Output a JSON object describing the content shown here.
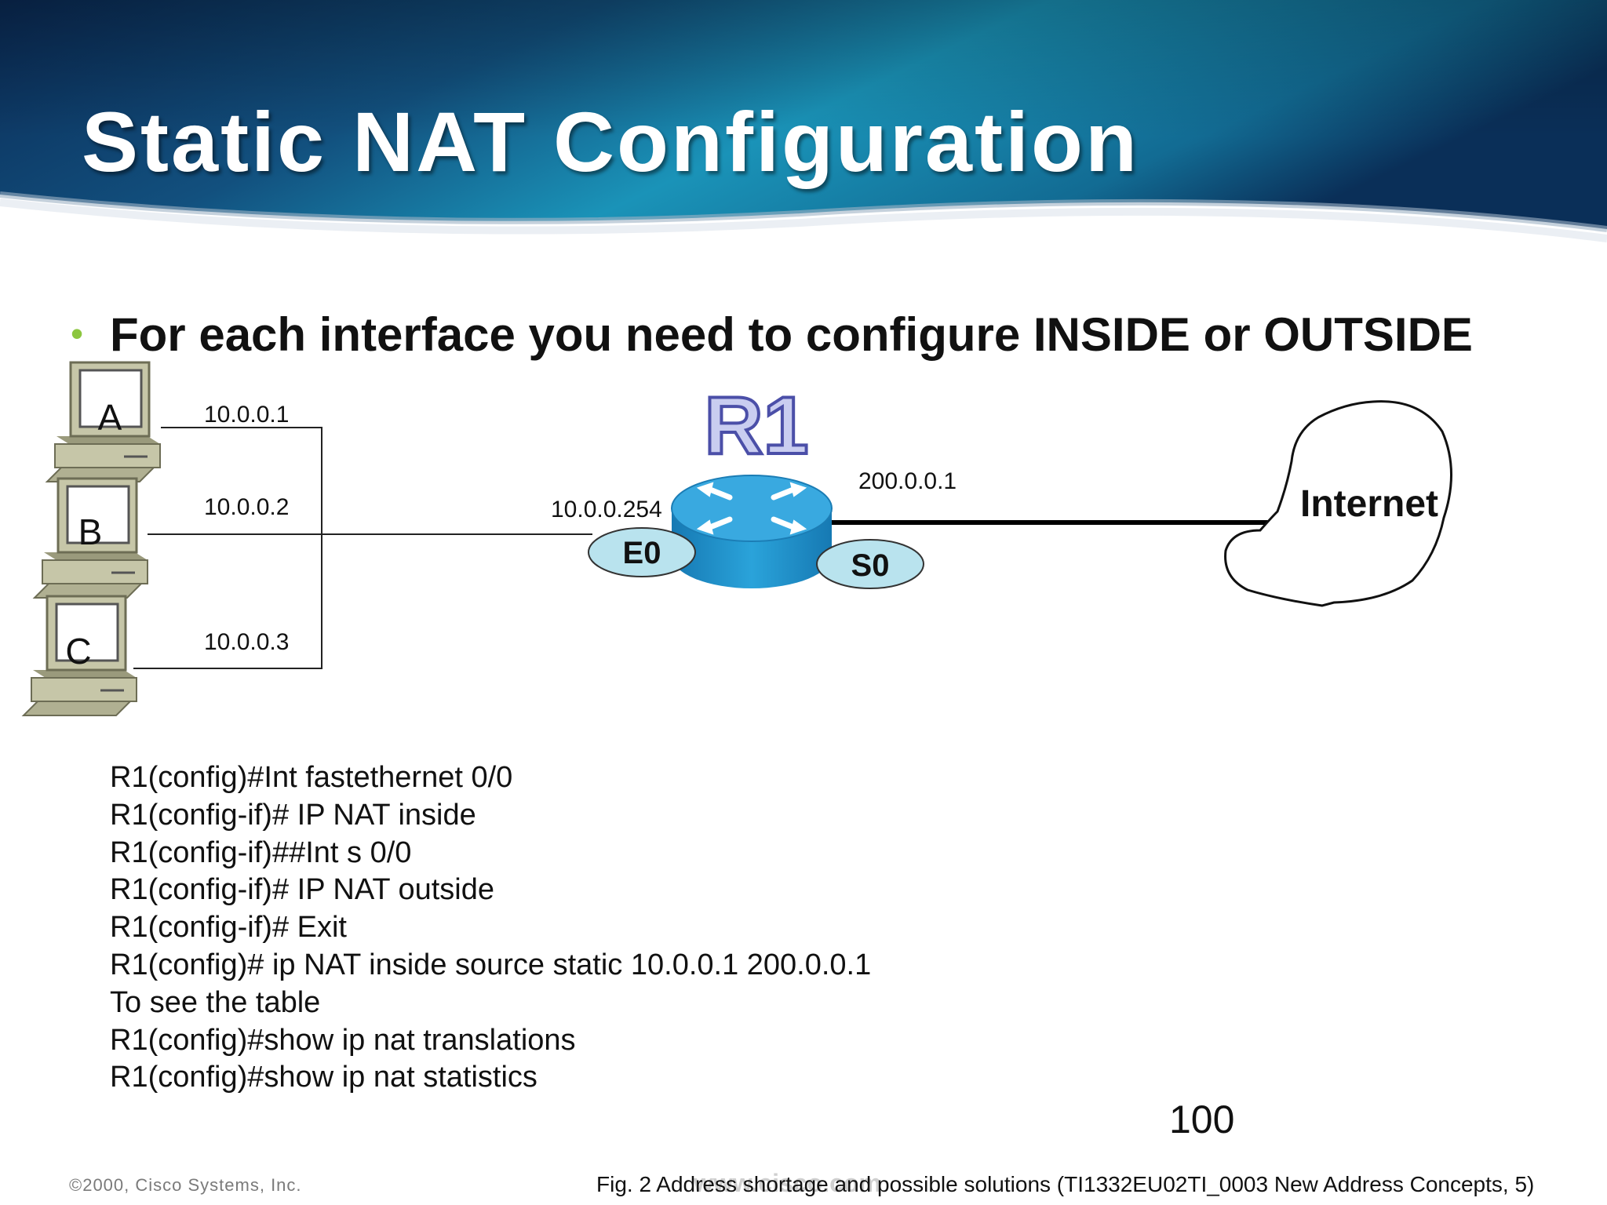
{
  "slide": {
    "title": "Static NAT Configuration",
    "bullet": "For each interface you need to configure INSIDE or OUTSIDE"
  },
  "diagram": {
    "hosts": [
      {
        "label": "A",
        "ip": "10.0.0.1"
      },
      {
        "label": "B",
        "ip": "10.0.0.2"
      },
      {
        "label": "C",
        "ip": "10.0.0.3"
      }
    ],
    "router": {
      "name": "R1",
      "inside_ip": "10.0.0.254",
      "outside_ip": "200.0.0.1",
      "inside_interface": "E0",
      "outside_interface": "S0"
    },
    "cloud_label": "Internet"
  },
  "commands": [
    "R1(config)#Int fastethernet 0/0",
    "R1(config-if)# IP NAT inside",
    "R1(config-if)##Int s 0/0",
    "R1(config-if)# IP NAT outside",
    "R1(config-if)# Exit",
    "R1(config)# ip NAT inside source static 10.0.0.1 200.0.0.1",
    "To see the table",
    "R1(config)#show ip nat translations",
    "R1(config)#show ip nat statistics"
  ],
  "footer": {
    "page_number": "100",
    "copyright": "©2000, Cisco Systems, Inc.",
    "watermark": "www.cisco.com",
    "caption": "Fig. 2 Address shortage and possible solutions (TI1332EU02TI_0003 New Address Concepts, 5)"
  },
  "colors": {
    "header_dark": "#0b2a52",
    "header_teal": "#1a8fb5",
    "router_blue": "#2a9fd6",
    "label_fill": "#b9e3ee",
    "bullet_green": "#8cc63f"
  }
}
